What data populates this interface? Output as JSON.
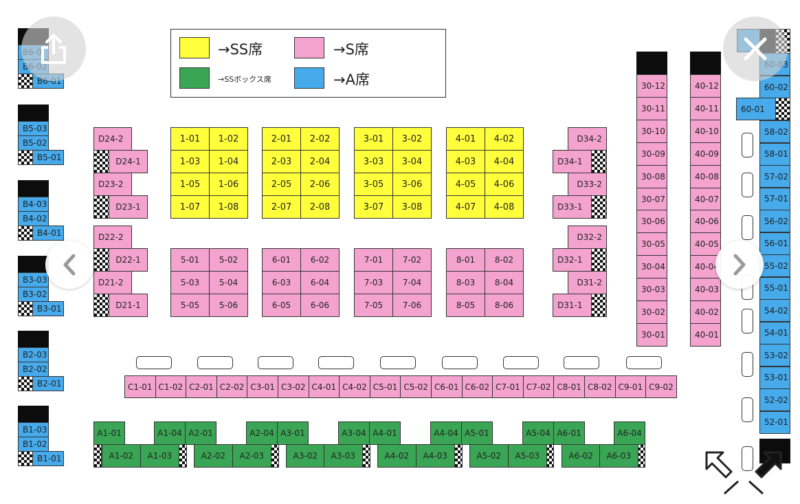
{
  "legend": {
    "ss": {
      "label": "→SS席",
      "color": "#ffff3c"
    },
    "s": {
      "label": "→S席",
      "color": "#f4a3cf"
    },
    "box": {
      "label": "→SSボックス席",
      "color": "#3aa655"
    },
    "a": {
      "label": "→A席",
      "color": "#46aaeb"
    }
  },
  "icons": {
    "share": "share-icon",
    "close": "close-icon",
    "prev": "chevron-left-icon",
    "next": "chevron-right-icon",
    "expand": "expand-icon"
  },
  "blocks": {
    "ss_blocks": [
      [
        "1-01",
        "1-02",
        "1-03",
        "1-04",
        "1-05",
        "1-06",
        "1-07",
        "1-08"
      ],
      [
        "2-01",
        "2-02",
        "2-03",
        "2-04",
        "2-05",
        "2-06",
        "2-07",
        "2-08"
      ],
      [
        "3-01",
        "3-02",
        "3-03",
        "3-04",
        "3-05",
        "3-06",
        "3-07",
        "3-08"
      ],
      [
        "4-01",
        "4-02",
        "4-03",
        "4-04",
        "4-05",
        "4-06",
        "4-07",
        "4-08"
      ]
    ],
    "s_blocks": [
      [
        "5-01",
        "5-02",
        "5-03",
        "5-04",
        "5-05",
        "5-06"
      ],
      [
        "6-01",
        "6-02",
        "6-03",
        "6-04",
        "6-05",
        "6-06"
      ],
      [
        "7-01",
        "7-02",
        "7-03",
        "7-04",
        "7-05",
        "7-06"
      ],
      [
        "8-01",
        "8-02",
        "8-03",
        "8-04",
        "8-05",
        "8-06"
      ]
    ],
    "d_left": [
      "D24-2",
      "D24-1",
      "D23-2",
      "D23-1",
      "D22-2",
      "D22-1",
      "D21-2",
      "D21-1"
    ],
    "d_right": [
      "D34-2",
      "D34-1",
      "D33-2",
      "D33-1",
      "D32-2",
      "D32-1",
      "D31-2",
      "D31-1"
    ],
    "col30": [
      "30-12",
      "30-11",
      "30-10",
      "30-09",
      "30-08",
      "30-07",
      "30-06",
      "30-05",
      "30-04",
      "30-03",
      "30-02",
      "30-01"
    ],
    "col40": [
      "40-12",
      "40-11",
      "40-10",
      "40-09",
      "40-08",
      "40-07",
      "40-06",
      "40-05",
      "40-04",
      "40-03",
      "40-02",
      "40-01"
    ],
    "c_row": [
      "C1-01",
      "C1-02",
      "C2-01",
      "C2-02",
      "C3-01",
      "C3-02",
      "C4-01",
      "C4-02",
      "C5-01",
      "C5-02",
      "C6-01",
      "C6-02",
      "C7-01",
      "C7-02",
      "C8-01",
      "C8-02",
      "C9-01",
      "C9-02"
    ],
    "a_top": [
      "A1-01",
      "A1-04",
      "A2-01",
      "A2-04",
      "A3-01",
      "A3-04",
      "A4-01",
      "A4-04",
      "A5-01",
      "A5-04",
      "A6-01",
      "A6-04"
    ],
    "a_bottom": [
      "A1-02",
      "A1-03",
      "A2-02",
      "A2-03",
      "A3-02",
      "A3-03",
      "A4-02",
      "A4-03",
      "A5-02",
      "A5-03",
      "A6-02",
      "A6-03"
    ],
    "b_left": [
      [
        "B6-0",
        "B6-02",
        "B6-01"
      ],
      [
        "B5-03",
        "B5-02",
        "B5-01"
      ],
      [
        "B4-03",
        "B4-02",
        "B4-01"
      ],
      [
        "B3-03",
        "B3-02",
        "B3-01"
      ],
      [
        "B2-03",
        "B2-02",
        "B2-01"
      ],
      [
        "B1-03",
        "B1-02",
        "B1-01"
      ]
    ],
    "right_a": [
      "60-03",
      "60-02",
      "60-01",
      "58-02",
      "58-01",
      "57-02",
      "57-01",
      "56-02",
      "56-01",
      "55-02",
      "55-01",
      "54-02",
      "54-01",
      "53-02",
      "53-01",
      "52-02",
      "52-01"
    ]
  }
}
